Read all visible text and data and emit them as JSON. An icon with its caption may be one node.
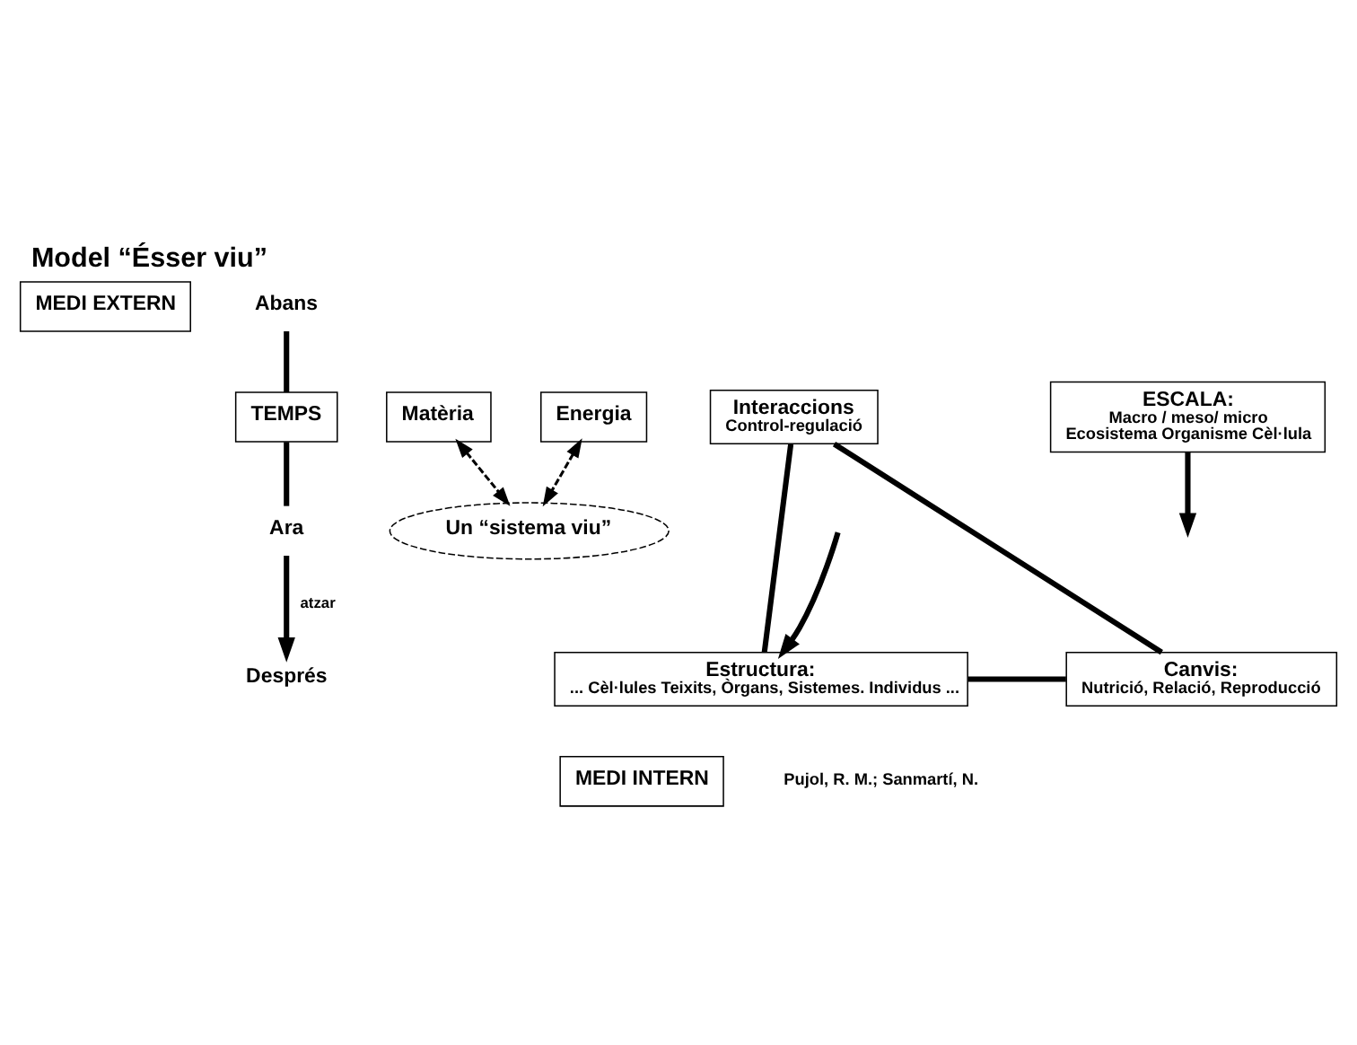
{
  "diagram": {
    "title": "Model “Ésser viu”",
    "nodes": [
      {
        "text": [
          "MEDI EXTERN"
        ]
      },
      {
        "text": [
          "Abans"
        ]
      },
      {
        "text": [
          "Matèria"
        ]
      },
      {
        "text": [
          "Energia"
        ]
      },
      {
        "text": [
          "Interaccions",
          "Control-regulació"
        ]
      },
      {
        "text": [
          "TEMPS"
        ]
      },
      {
        "text": [
          "ESCALA:",
          "Macro / meso/ micro",
          "Ecosistema Organisme Cèl·lula"
        ]
      },
      {
        "text": [
          "Ara"
        ]
      },
      {
        "text": [
          "Un “sistema viu”"
        ]
      },
      {
        "text": [
          "Estructura:",
          "... Cèl·lules Teixits, Òrgans, Sistemes. Individus ..."
        ]
      },
      {
        "text": [
          "MEDI INTERN"
        ]
      },
      {
        "text": [
          "Canvis:",
          "Nutrició, Relació, Reproducció"
        ]
      },
      {
        "text": [
          "Després"
        ]
      }
    ],
    "edges": [
      {
        "from": 2,
        "to": 8,
        "arrow": "both",
        "style": "dashed"
      },
      {
        "from": 3,
        "to": 8,
        "arrow": "both",
        "style": "dashed"
      },
      {
        "from": 4,
        "to": 9,
        "arrow": "none"
      },
      {
        "from": 4,
        "to": 11,
        "arrow": "none"
      },
      {
        "from": 9,
        "to": 11,
        "arrow": "none"
      },
      {
        "from": 1,
        "to": 5,
        "arrow": "none"
      },
      {
        "from": 5,
        "to": 7,
        "arrow": "none"
      },
      {
        "from": 7,
        "to": 12,
        "arrow": "to",
        "label": "atzar"
      },
      {
        "from": 6,
        "to": null,
        "arrow": "to"
      },
      {
        "from": null,
        "to": 9,
        "arrow": "to"
      }
    ],
    "labels": [
      "Pujol, R. M.; Sanmartí, N."
    ]
  }
}
